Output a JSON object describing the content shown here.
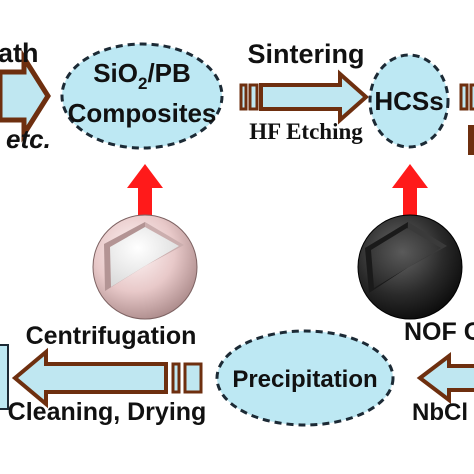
{
  "top_row": {
    "left_text": "ath",
    "left_italic": "etc.",
    "composite_line1": "SiO",
    "composite_sub": "2",
    "composite_line1_suffix": "/PB",
    "composite_line2": "Composites",
    "sintering": "Sintering",
    "hf_etching": "HF Etching",
    "hcss": "HCSs"
  },
  "bottom_row": {
    "centrifugation": "Centrifugation",
    "cleaning_drying": "Cleaning, Drying",
    "precipitation": "Precipitation",
    "nof_partial": "NOF G",
    "nbcl_partial": "NbCl"
  },
  "colors": {
    "arrow_fill": "#bfe7f1",
    "arrow_stroke": "#6e2f0f",
    "ellipse_fill": "#bde8f3",
    "ellipse_stroke": "#1c2a35",
    "red_arrow": "#ff1a1a"
  }
}
